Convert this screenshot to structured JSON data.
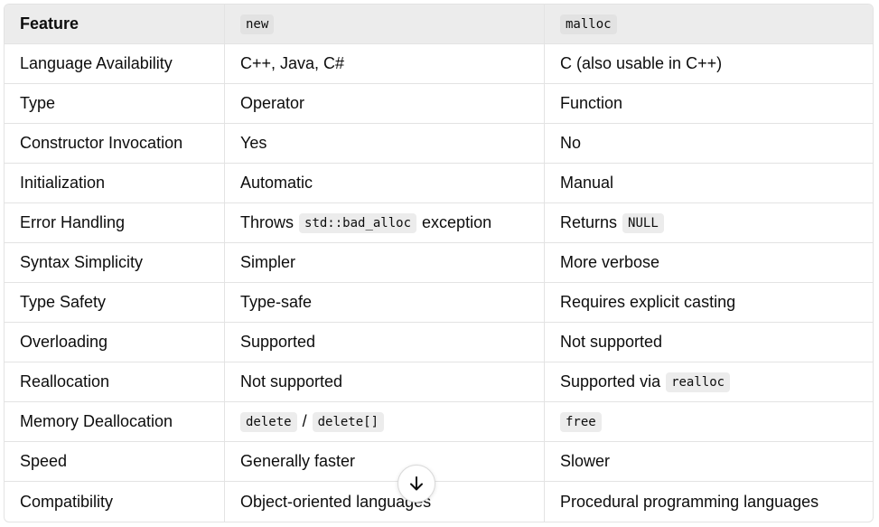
{
  "table": {
    "headers": {
      "feature": "Feature",
      "new": "new",
      "malloc": "malloc"
    },
    "rows": {
      "language": {
        "feature": "Language Availability",
        "new": "C++, Java, C#",
        "malloc": "C (also usable in C++)"
      },
      "type": {
        "feature": "Type",
        "new": "Operator",
        "malloc": "Function"
      },
      "constructor": {
        "feature": "Constructor Invocation",
        "new": "Yes",
        "malloc": "No"
      },
      "init": {
        "feature": "Initialization",
        "new": "Automatic",
        "malloc": "Manual"
      },
      "error": {
        "feature": "Error Handling",
        "new_prefix": "Throws",
        "new_code": "std::bad_alloc",
        "new_suffix": "exception",
        "malloc_prefix": "Returns",
        "malloc_code": "NULL"
      },
      "syntax": {
        "feature": "Syntax Simplicity",
        "new": "Simpler",
        "malloc": "More verbose"
      },
      "typesafety": {
        "feature": "Type Safety",
        "new": "Type-safe",
        "malloc": "Requires explicit casting"
      },
      "overloading": {
        "feature": "Overloading",
        "new": "Supported",
        "malloc": "Not supported"
      },
      "realloc": {
        "feature": "Reallocation",
        "new": "Not supported",
        "malloc_prefix": "Supported via",
        "malloc_code": "realloc"
      },
      "dealloc": {
        "feature": "Memory Deallocation",
        "new_code1": "delete",
        "new_sep": "/",
        "new_code2": "delete[]",
        "malloc_code": "free"
      },
      "speed": {
        "feature": "Speed",
        "new": "Generally faster",
        "malloc": "Slower"
      },
      "compat": {
        "feature": "Compatibility",
        "new": "Object-oriented languages",
        "malloc": "Procedural programming languages"
      }
    }
  },
  "scroll_down_icon": "arrow-down-icon"
}
